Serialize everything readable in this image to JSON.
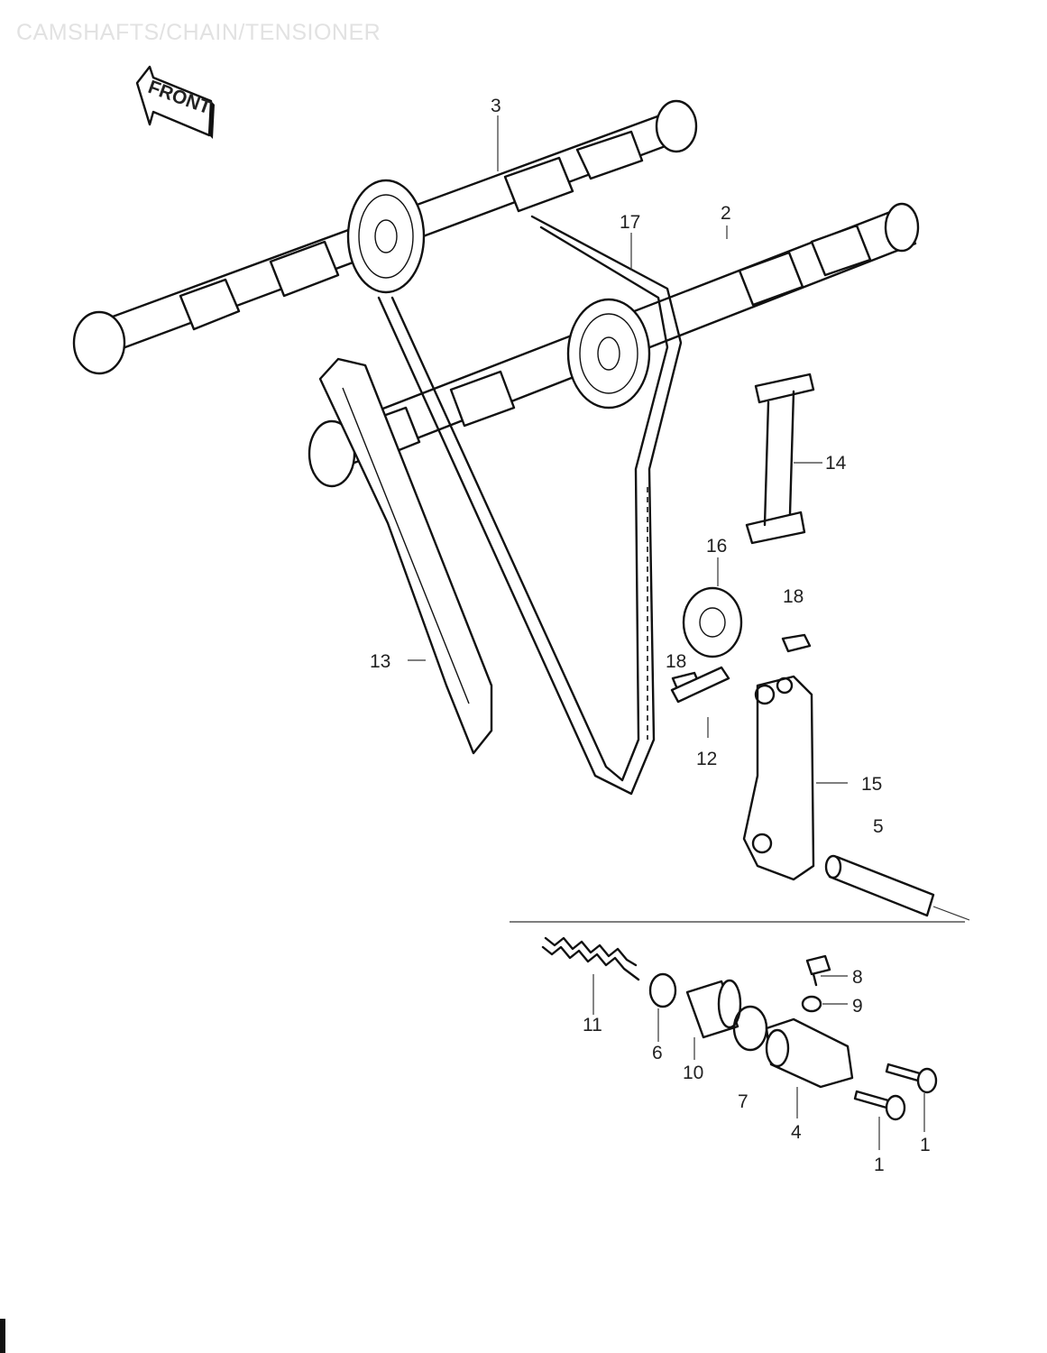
{
  "title": "CAMSHAFTS/CHAIN/TENSIONER",
  "front_badge": "FRONT",
  "callouts": [
    {
      "key": "c3",
      "text": "3"
    },
    {
      "key": "c17",
      "text": "17"
    },
    {
      "key": "c2",
      "text": "2"
    },
    {
      "key": "c14",
      "text": "14"
    },
    {
      "key": "c16",
      "text": "16"
    },
    {
      "key": "c18a",
      "text": "18"
    },
    {
      "key": "c18b",
      "text": "18"
    },
    {
      "key": "c13",
      "text": "13"
    },
    {
      "key": "c12",
      "text": "12"
    },
    {
      "key": "c15",
      "text": "15"
    },
    {
      "key": "c5",
      "text": "5"
    },
    {
      "key": "c8",
      "text": "8"
    },
    {
      "key": "c9",
      "text": "9"
    },
    {
      "key": "c11",
      "text": "11"
    },
    {
      "key": "c6",
      "text": "6"
    },
    {
      "key": "c10",
      "text": "10"
    },
    {
      "key": "c7",
      "text": "7"
    },
    {
      "key": "c4",
      "text": "4"
    },
    {
      "key": "c1a",
      "text": "1"
    },
    {
      "key": "c1b",
      "text": "1"
    }
  ]
}
